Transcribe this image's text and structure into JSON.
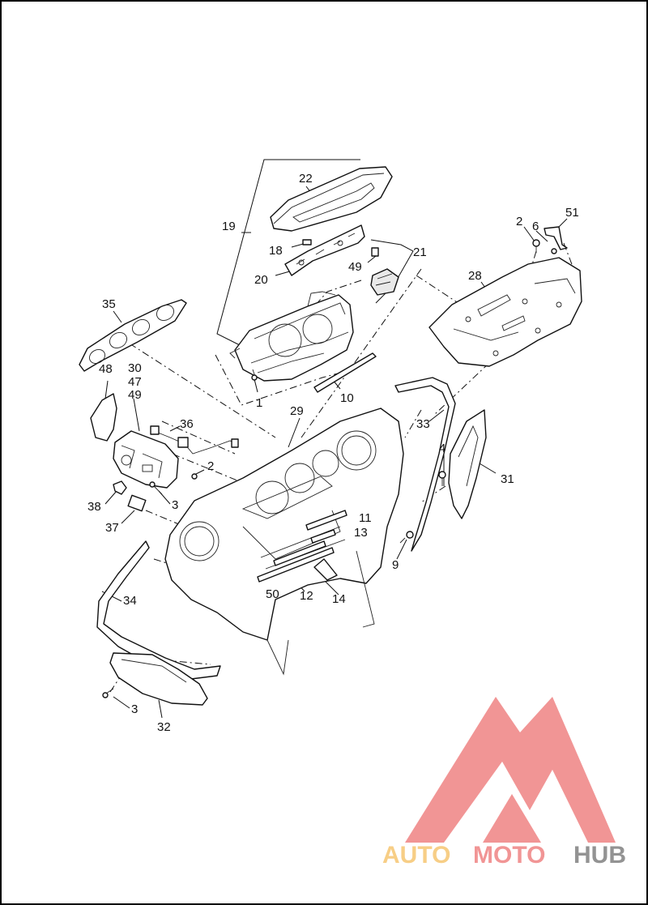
{
  "diagram": {
    "callouts": [
      {
        "id": "c22",
        "label": "22"
      },
      {
        "id": "c19",
        "label": "19"
      },
      {
        "id": "c18",
        "label": "18"
      },
      {
        "id": "c20",
        "label": "20"
      },
      {
        "id": "c21",
        "label": "21"
      },
      {
        "id": "c49a",
        "label": "49"
      },
      {
        "id": "c2a",
        "label": "2"
      },
      {
        "id": "c6",
        "label": "6"
      },
      {
        "id": "c51",
        "label": "51"
      },
      {
        "id": "c28",
        "label": "28"
      },
      {
        "id": "c35",
        "label": "35"
      },
      {
        "id": "c1",
        "label": "1"
      },
      {
        "id": "c10",
        "label": "10"
      },
      {
        "id": "c30",
        "label": "30"
      },
      {
        "id": "c47",
        "label": "47"
      },
      {
        "id": "c48",
        "label": "48"
      },
      {
        "id": "c49b",
        "label": "49"
      },
      {
        "id": "c36",
        "label": "36"
      },
      {
        "id": "c29",
        "label": "29"
      },
      {
        "id": "c33",
        "label": "33"
      },
      {
        "id": "c4",
        "label": "4"
      },
      {
        "id": "c31",
        "label": "31"
      },
      {
        "id": "c2b",
        "label": "2"
      },
      {
        "id": "c3a",
        "label": "3"
      },
      {
        "id": "c38",
        "label": "38"
      },
      {
        "id": "c37",
        "label": "37"
      },
      {
        "id": "c11",
        "label": "11"
      },
      {
        "id": "c13",
        "label": "13"
      },
      {
        "id": "c9",
        "label": "9"
      },
      {
        "id": "c34",
        "label": "34"
      },
      {
        "id": "c50",
        "label": "50"
      },
      {
        "id": "c12",
        "label": "12"
      },
      {
        "id": "c14",
        "label": "14"
      },
      {
        "id": "c3b",
        "label": "3"
      },
      {
        "id": "c32",
        "label": "32"
      }
    ]
  },
  "watermark": {
    "part1": "AUTO",
    "part2": "MOTO",
    "part3": "HUB",
    "color_light": "#f7c97a",
    "color_red": "#f08a8a",
    "color_gray": "#888888"
  }
}
